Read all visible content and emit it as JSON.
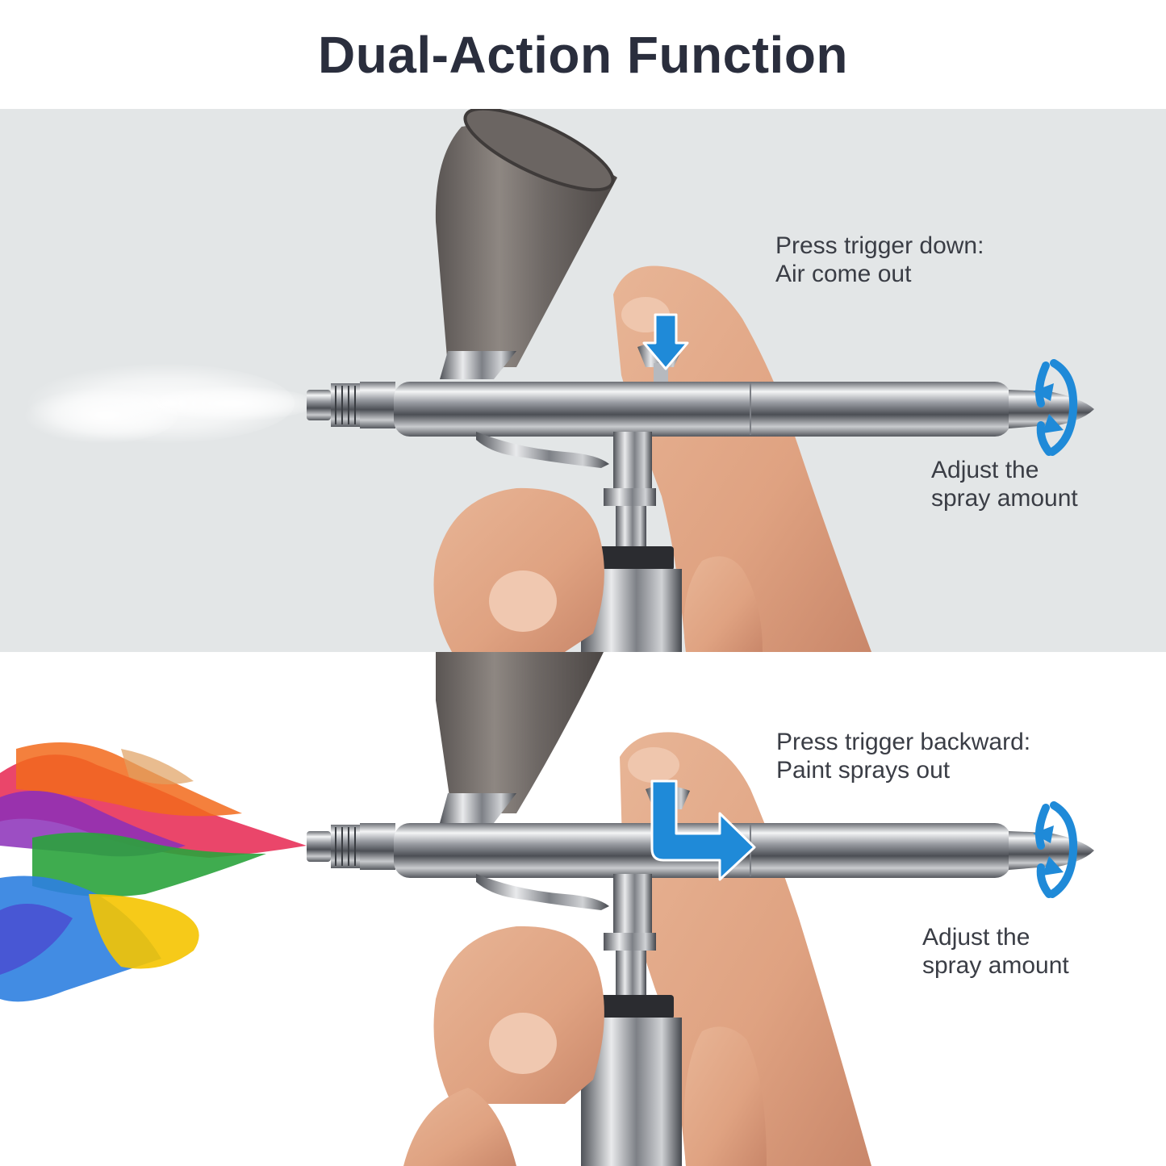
{
  "title": "Dual-Action Function",
  "colors": {
    "title_text": "#2a2e3d",
    "caption_text": "#3a3d45",
    "top_background": "#e3e6e7",
    "bottom_background": "#ffffff",
    "arrow_blue": "#1f8ad8"
  },
  "panels": [
    {
      "mode": "air",
      "trigger_caption": {
        "line1": "Press trigger down:",
        "line2": "Air come out"
      },
      "adjust_caption": {
        "line1": "Adjust the",
        "line2": "spray amount"
      },
      "icons": [
        "mist-spray-icon",
        "arrow-down-icon",
        "rotate-icon"
      ]
    },
    {
      "mode": "paint",
      "trigger_caption": {
        "line1": "Press trigger backward:",
        "line2": "Paint sprays out"
      },
      "adjust_caption": {
        "line1": "Adjust the",
        "line2": "spray amount"
      },
      "icons": [
        "paint-spray-icon",
        "arrow-down-right-icon",
        "rotate-icon"
      ]
    }
  ]
}
